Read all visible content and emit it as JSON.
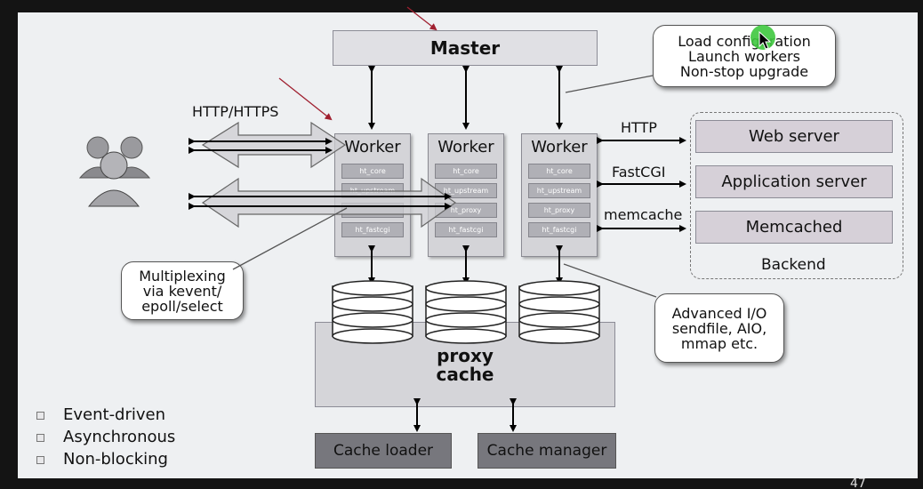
{
  "master": {
    "label": "Master"
  },
  "workers": [
    {
      "title": "Worker",
      "modules": [
        "ht_core",
        "ht_upstream",
        "",
        "ht_fastcgi"
      ]
    },
    {
      "title": "Worker",
      "modules": [
        "ht_core",
        "ht_upstream",
        "ht_proxy",
        "ht_fastcgi"
      ]
    },
    {
      "title": "Worker",
      "modules": [
        "ht_core",
        "ht_upstream",
        "ht_proxy",
        "ht_fastcgi"
      ]
    }
  ],
  "callouts": {
    "master_tasks": [
      "Load configuration",
      "Launch workers",
      "Non-stop upgrade"
    ],
    "multiplexing": [
      "Multiplexing",
      "via kevent/",
      "epoll/select"
    ],
    "advanced_io": [
      "Advanced I/O",
      "sendfile, AIO,",
      "mmap etc."
    ]
  },
  "protocols": {
    "client": "HTTP/HTTPS",
    "http": "HTTP",
    "fastcgi": "FastCGI",
    "memcache": "memcache"
  },
  "backend": {
    "servers": [
      "Web server",
      "Application server",
      "Memcached"
    ],
    "label": "Backend"
  },
  "cache": {
    "title_line1": "proxy",
    "title_line2": "cache",
    "loader": "Cache loader",
    "manager": "Cache manager"
  },
  "features": [
    "Event-driven",
    "Asynchronous",
    "Non-blocking"
  ],
  "page_number": "47",
  "icons": {
    "users": "users-group-icon",
    "cursor": "mouse-cursor-icon"
  },
  "colors": {
    "slide_bg": "#eef0f2",
    "frame": "#141414",
    "master_box": "#e0e0e4",
    "server_box": "#d6d0d8",
    "dark_box": "#77777d",
    "cursor_highlight": "#3ec83e"
  }
}
